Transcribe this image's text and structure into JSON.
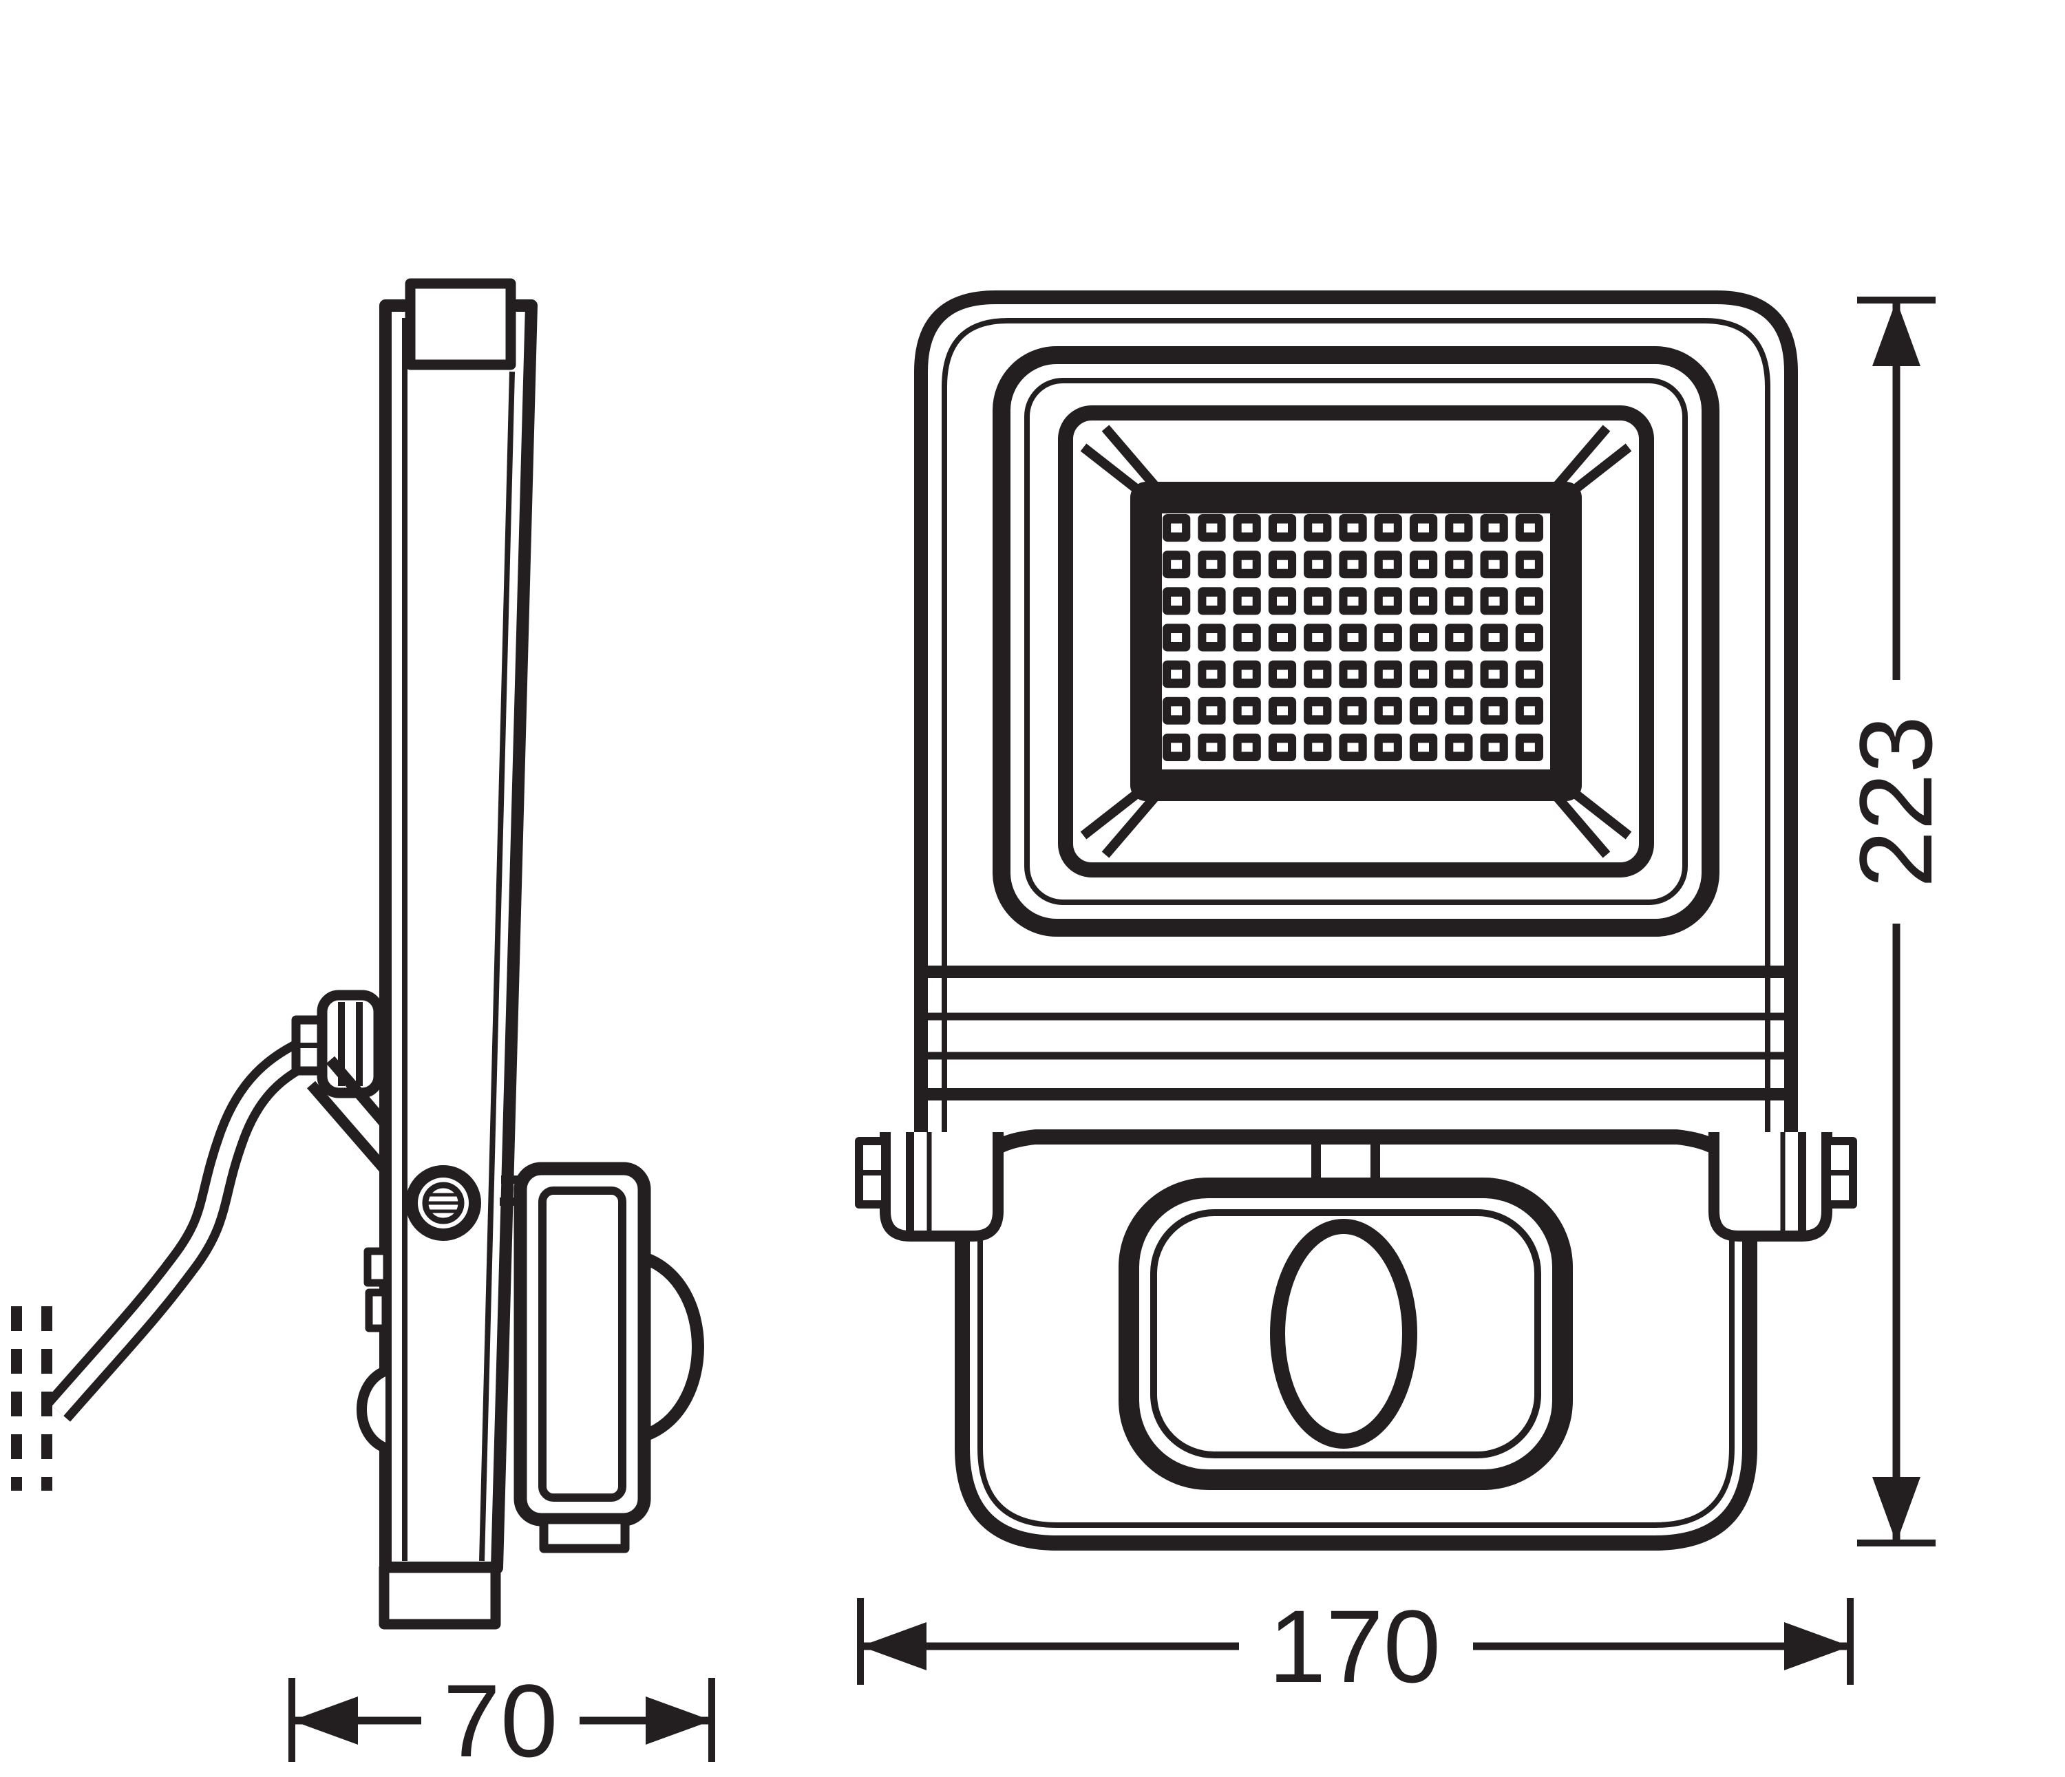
{
  "drawing": {
    "background": "#ffffff",
    "line_color": "#231f20",
    "views": {
      "side_view_label": "side-view",
      "front_view_label": "front-view"
    },
    "dimensions": {
      "depth": {
        "value": "70",
        "orientation": "horizontal",
        "applies_to": "side view overall depth"
      },
      "width": {
        "value": "170",
        "orientation": "horizontal",
        "applies_to": "front view overall width"
      },
      "height": {
        "value": "223",
        "orientation": "vertical",
        "applies_to": "front view overall height"
      }
    },
    "led_grid": {
      "columns": 11,
      "rows": 7
    }
  }
}
